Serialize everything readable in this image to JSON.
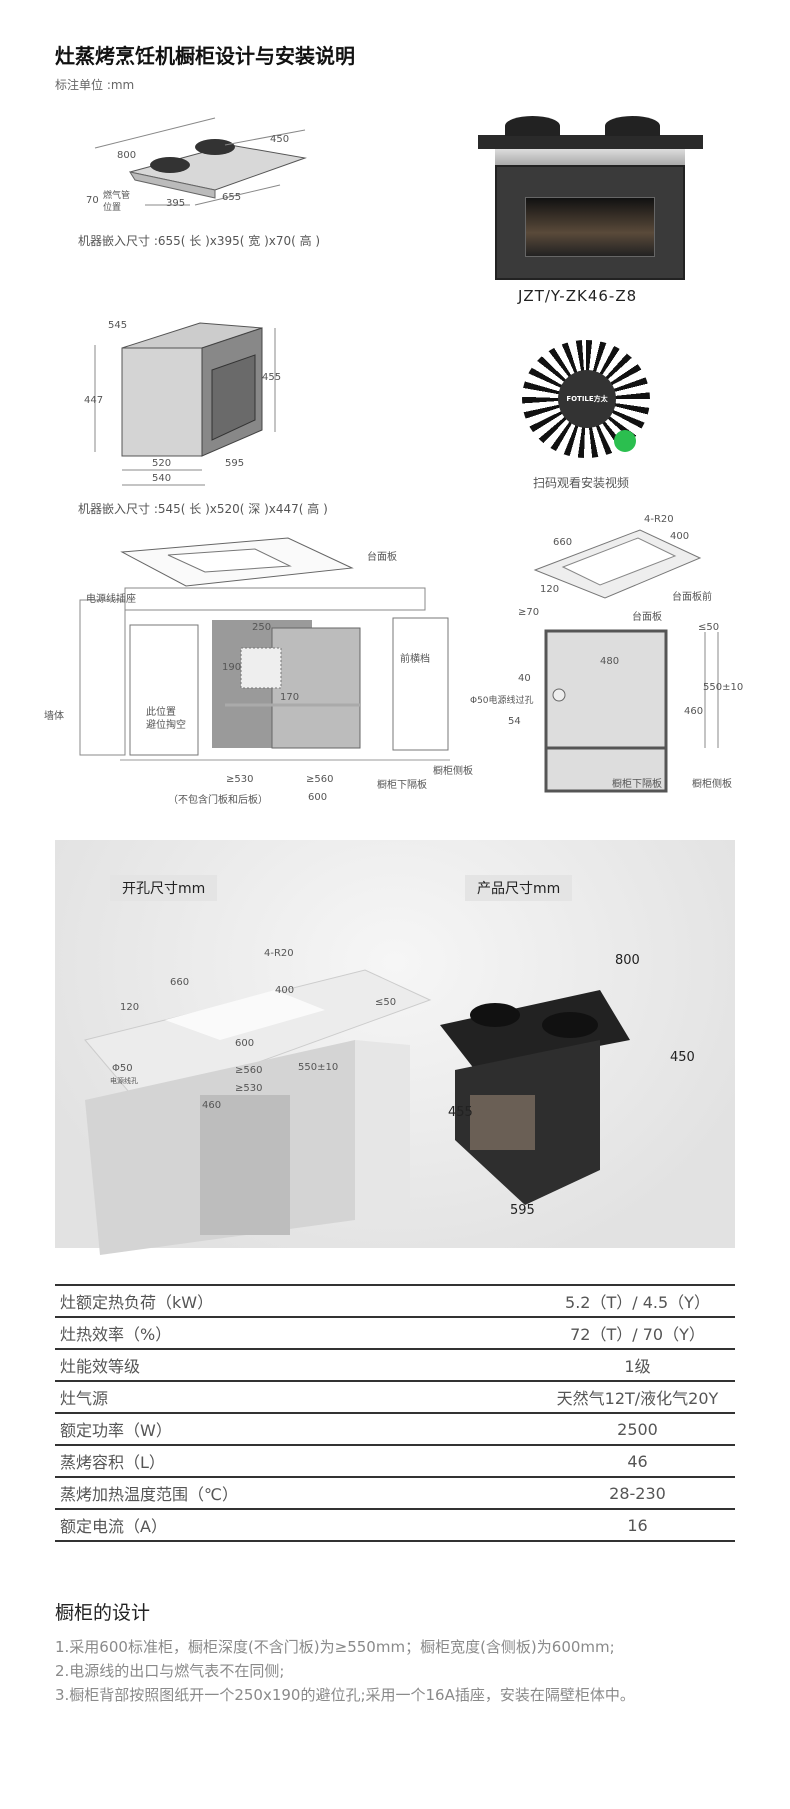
{
  "title": "灶蒸烤烹饪机橱柜设计与安装说明",
  "unit_note": "标注单位 :mm",
  "hob_diagram": {
    "dims": [
      "450",
      "800",
      "70",
      "395",
      "655"
    ],
    "gas_label": [
      "燃气管",
      "位置"
    ],
    "caption": "机器嵌入尺寸 :655( 长 )x395( 宽 )x70( 高 )"
  },
  "product_photo": {
    "model": "JZT/Y-ZK46-Z8"
  },
  "oven_diagram": {
    "dims": [
      "545",
      "447",
      "455",
      "520",
      "540",
      "595"
    ],
    "caption": "机器嵌入尺寸 :545( 长 )x520( 深 )x447( 高 )"
  },
  "qr": {
    "logo": "FOTILE方太",
    "caption": "扫码观看安装视频"
  },
  "cabinet_left": {
    "labels": {
      "countertop": "台面板",
      "socket": "电源线插座",
      "front_rail": "前横档",
      "wall": "墙体",
      "hollow": [
        "此位置",
        "避位掏空"
      ],
      "side_panel": "橱柜侧板",
      "lower_shelf": "橱柜下隔板",
      "note": "（不包含门板和后板）"
    },
    "dims": [
      "250",
      "190",
      "170",
      "≥530",
      "≥560",
      "600"
    ]
  },
  "cabinet_right": {
    "labels": {
      "r": "4-R20",
      "front": "台面板前",
      "counter": "台面板",
      "hole": "Φ50电源线过孔",
      "lower": "橱柜下隔板",
      "side": "橱柜侧板"
    },
    "dims": [
      "660",
      "400",
      "120",
      "≥70",
      "≤50",
      "480",
      "40",
      "54",
      "550±10",
      "460"
    ]
  },
  "photo_panel": {
    "left_tag": "开孔尺寸mm",
    "right_tag": "产品尺寸mm",
    "left_dims": [
      "4-R20",
      "660",
      "400",
      "120",
      "≤50",
      "600",
      "550±10",
      "Φ50",
      "电源线孔",
      "≥560",
      "≥530",
      "460"
    ],
    "right_dims": [
      "800",
      "450",
      "455",
      "595"
    ]
  },
  "specs": [
    {
      "label": "灶额定热负荷（kW）",
      "value": "5.2（T）/ 4.5（Y）"
    },
    {
      "label": "灶热效率（%）",
      "value": "72（T）/ 70（Y）"
    },
    {
      "label": "灶能效等级",
      "value": "1级"
    },
    {
      "label": "灶气源",
      "value": "天然气12T/液化气20Y"
    },
    {
      "label": "额定功率（W）",
      "value": "2500"
    },
    {
      "label": "蒸烤容积（L）",
      "value": "46"
    },
    {
      "label": "蒸烤加热温度范围（℃）",
      "value": "28-230"
    },
    {
      "label": "额定电流（A）",
      "value": "16"
    }
  ],
  "design": {
    "heading": "橱柜的设计",
    "items": [
      "1.采用600标准柜，橱柜深度(不含门板)为≥550mm；橱柜宽度(含侧板)为600mm;",
      "2.电源线的出口与燃气表不在同侧;",
      "3.橱柜背部按照图纸开一个250x190的避位孔;采用一个16A插座，安装在隔壁柜体中。"
    ]
  }
}
